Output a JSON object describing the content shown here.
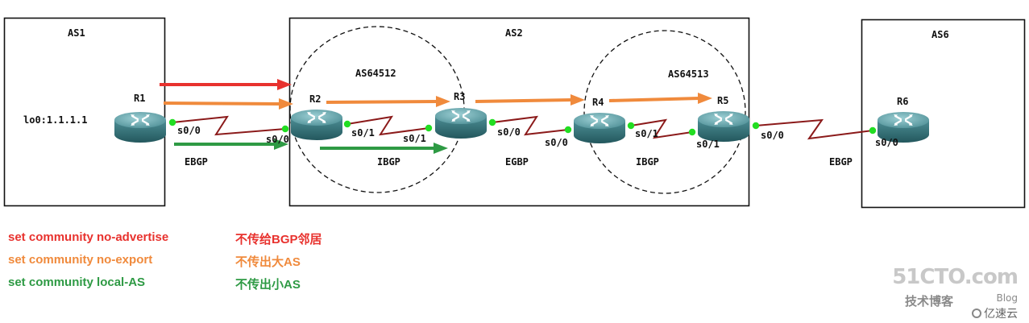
{
  "autonomous_systems": {
    "as1": "AS1",
    "as2": "AS2",
    "as6": "AS6",
    "as64512": "AS64512",
    "as64513": "AS64513"
  },
  "routers": [
    {
      "name": "R1",
      "extra": "lo0:1.1.1.1"
    },
    {
      "name": "R2"
    },
    {
      "name": "R3"
    },
    {
      "name": "R4"
    },
    {
      "name": "R5"
    },
    {
      "name": "R6"
    }
  ],
  "interfaces": {
    "r1_s00": "s0/0",
    "r2_s00": "s0/0",
    "r2_s01": "s0/1",
    "r3_s01": "s0/1",
    "r3_s00": "s0/0",
    "r4_s00": "s0/0",
    "r4_s01": "s0/1",
    "r5_s01": "s0/1",
    "r5_s00": "s0/0",
    "r6_s00": "s0/0"
  },
  "sessions": {
    "ebgp_left": "EBGP",
    "ibgp_left": "IBGP",
    "egbp_middle": "EGBP",
    "ibgp_right": "IBGP",
    "ebgp_right": "EBGP"
  },
  "legend": [
    {
      "command": "set community no-advertise",
      "meaning": "不传给BGP邻居",
      "color": "#e8322e"
    },
    {
      "command": "set community no-export",
      "meaning": "不传出大AS",
      "color": "#f08a3c"
    },
    {
      "command": "set community local-AS",
      "meaning": "不传出小AS",
      "color": "#2e9a44"
    }
  ],
  "colors": {
    "no_advertise": "#e8322e",
    "no_export": "#f08a3c",
    "local_as": "#2e9a44",
    "serial_link": "#8b1a1a",
    "port": "#22dd22",
    "router": "#3f7f86"
  },
  "watermark": {
    "main": "51CTO.com",
    "sub": "技术博客",
    "blog": "Blog",
    "brand": "亿速云"
  }
}
